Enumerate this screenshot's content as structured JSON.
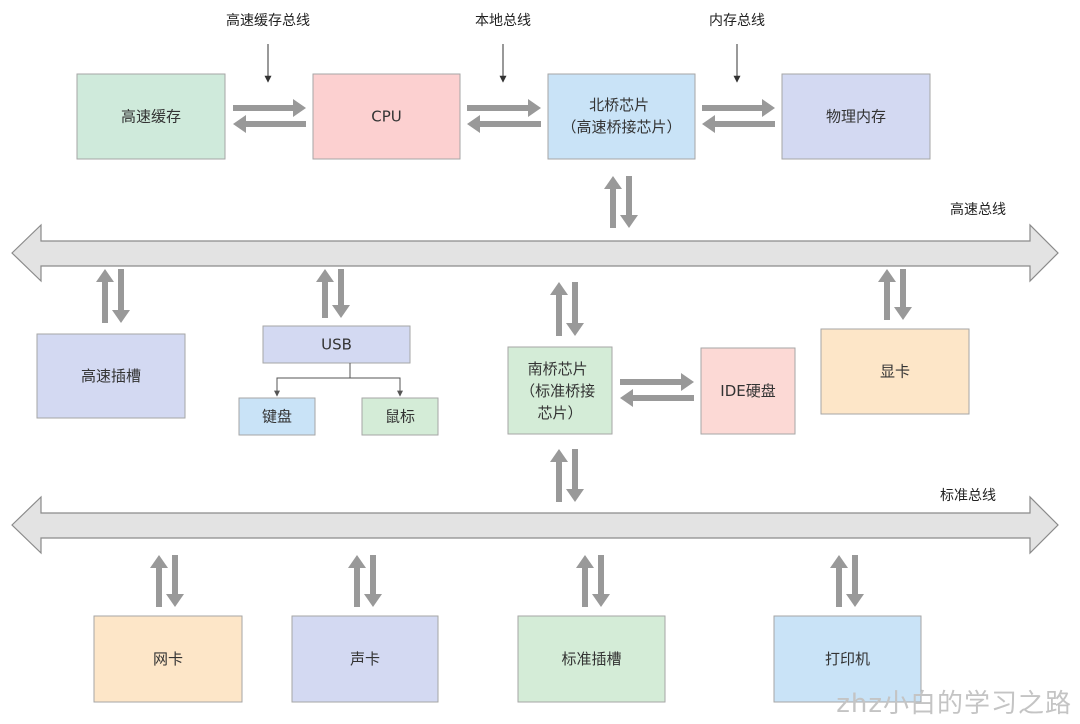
{
  "bus_labels": {
    "cache_bus": "高速缓存总线",
    "local_bus": "本地总线",
    "memory_bus": "内存总线",
    "high_speed_bus": "高速总线",
    "standard_bus": "标准总线"
  },
  "nodes": {
    "cache": {
      "lines": [
        "高速缓存"
      ],
      "color": "#cfeadb"
    },
    "cpu": {
      "lines": [
        "CPU"
      ],
      "color": "#fcd0d0"
    },
    "north_bridge": {
      "lines": [
        "北桥芯片",
        "（高速桥接芯片）"
      ],
      "color": "#c9e3f7"
    },
    "physical_memory": {
      "lines": [
        "物理内存"
      ],
      "color": "#d3d9f2"
    },
    "high_speed_slot": {
      "lines": [
        "高速插槽"
      ],
      "color": "#d3d9f2"
    },
    "usb": {
      "lines": [
        "USB"
      ],
      "color": "#d3d9f2"
    },
    "keyboard": {
      "lines": [
        "键盘"
      ],
      "color": "#c9e3f7"
    },
    "mouse": {
      "lines": [
        "鼠标"
      ],
      "color": "#d4ecd7"
    },
    "south_bridge": {
      "lines": [
        "南桥芯片",
        "（标准桥接",
        "芯片）"
      ],
      "color": "#d4ecd7"
    },
    "ide_disk": {
      "lines": [
        "IDE硬盘"
      ],
      "color": "#fcd9d5"
    },
    "graphics_card": {
      "lines": [
        "显卡"
      ],
      "color": "#fde6c8"
    },
    "network_card": {
      "lines": [
        "网卡"
      ],
      "color": "#fde6c8"
    },
    "sound_card": {
      "lines": [
        "声卡"
      ],
      "color": "#d3d9f2"
    },
    "standard_slot": {
      "lines": [
        "标准插槽"
      ],
      "color": "#d4ecd7"
    },
    "printer": {
      "lines": [
        "打印机"
      ],
      "color": "#c9e3f7"
    }
  },
  "colors": {
    "arrow": "#999999",
    "bus_fill": "#e3e3e3",
    "bus_stroke": "#8a8a8a",
    "box_stroke": "#a6a6a6"
  },
  "watermark": "zhz小白的学习之路"
}
